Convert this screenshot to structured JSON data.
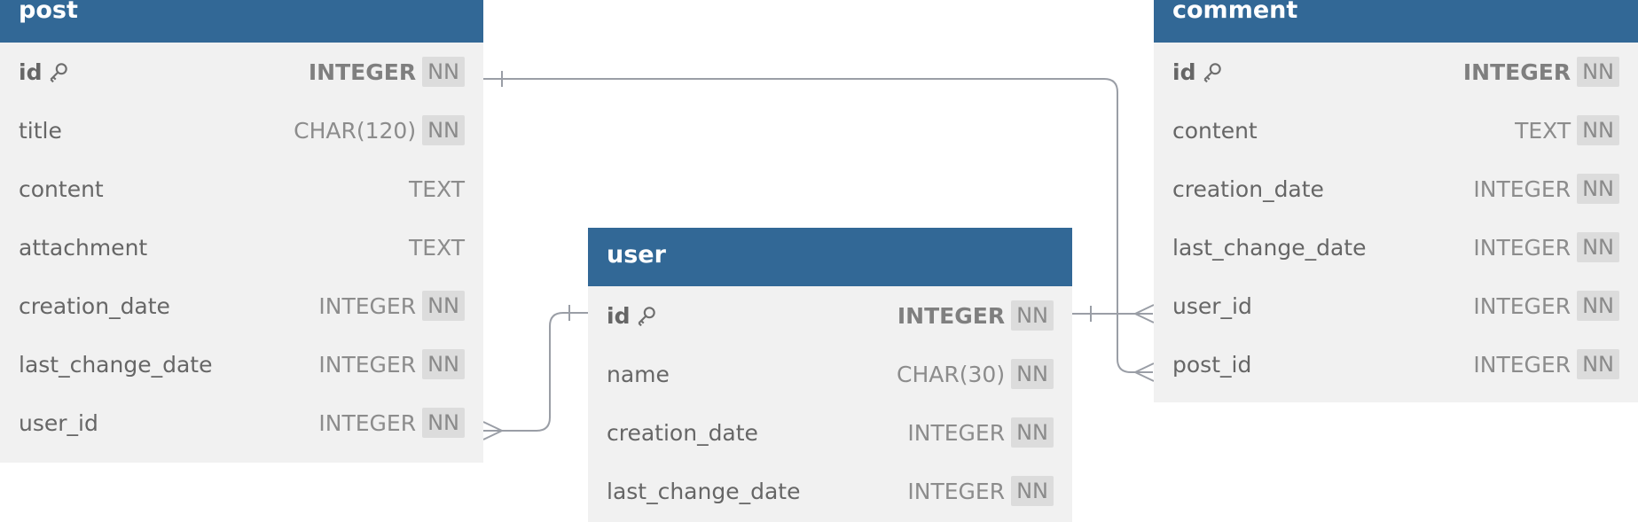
{
  "tables": {
    "post": {
      "name": "post",
      "columns": [
        {
          "name": "id",
          "type": "INTEGER",
          "nn": "NN",
          "pk": true
        },
        {
          "name": "title",
          "type": "CHAR(120)",
          "nn": "NN",
          "pk": false
        },
        {
          "name": "content",
          "type": "TEXT",
          "nn": "",
          "pk": false
        },
        {
          "name": "attachment",
          "type": "TEXT",
          "nn": "",
          "pk": false
        },
        {
          "name": "creation_date",
          "type": "INTEGER",
          "nn": "NN",
          "pk": false
        },
        {
          "name": "last_change_date",
          "type": "INTEGER",
          "nn": "NN",
          "pk": false
        },
        {
          "name": "user_id",
          "type": "INTEGER",
          "nn": "NN",
          "pk": false
        }
      ]
    },
    "user": {
      "name": "user",
      "columns": [
        {
          "name": "id",
          "type": "INTEGER",
          "nn": "NN",
          "pk": true
        },
        {
          "name": "name",
          "type": "CHAR(30)",
          "nn": "NN",
          "pk": false
        },
        {
          "name": "creation_date",
          "type": "INTEGER",
          "nn": "NN",
          "pk": false
        },
        {
          "name": "last_change_date",
          "type": "INTEGER",
          "nn": "NN",
          "pk": false
        }
      ]
    },
    "comment": {
      "name": "comment",
      "columns": [
        {
          "name": "id",
          "type": "INTEGER",
          "nn": "NN",
          "pk": true
        },
        {
          "name": "content",
          "type": "TEXT",
          "nn": "NN",
          "pk": false
        },
        {
          "name": "creation_date",
          "type": "INTEGER",
          "nn": "NN",
          "pk": false
        },
        {
          "name": "last_change_date",
          "type": "INTEGER",
          "nn": "NN",
          "pk": false
        },
        {
          "name": "user_id",
          "type": "INTEGER",
          "nn": "NN",
          "pk": false
        },
        {
          "name": "post_id",
          "type": "INTEGER",
          "nn": "NN",
          "pk": false
        }
      ]
    }
  },
  "relations": [
    {
      "from": "post.id",
      "to": "comment.post_id",
      "from_end": "one",
      "to_end": "many"
    },
    {
      "from": "user.id",
      "to": "post.user_id",
      "from_end": "one",
      "to_end": "many"
    },
    {
      "from": "user.id",
      "to": "comment.user_id",
      "from_end": "one",
      "to_end": "many"
    }
  ],
  "icons": {
    "primary_key": "key-icon"
  },
  "colors": {
    "header": "#326896",
    "body": "#f1f1f1",
    "connector": "#8e929c",
    "nn_badge": "#dcdcdc"
  }
}
